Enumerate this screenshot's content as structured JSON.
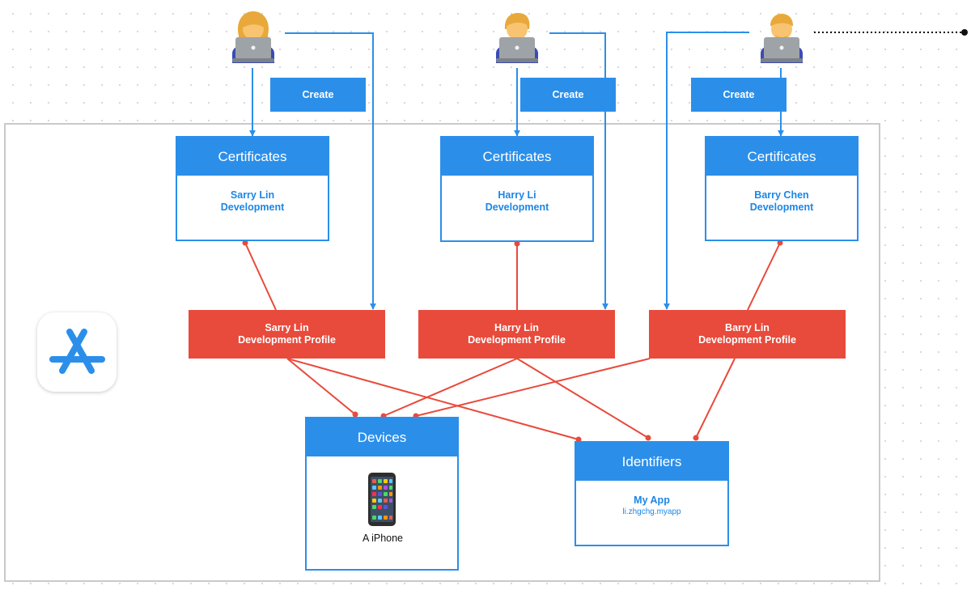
{
  "users": [
    {
      "create_label": "Create",
      "certificate": {
        "title": "Certificates",
        "name": "Sarry Lin",
        "type": "Development"
      },
      "profile": {
        "name": "Sarry Lin",
        "type": "Development Profile"
      }
    },
    {
      "create_label": "Create",
      "certificate": {
        "title": "Certificates",
        "name": "Harry Li",
        "type": "Development"
      },
      "profile": {
        "name": "Harry Lin",
        "type": "Development Profile"
      }
    },
    {
      "create_label": "Create",
      "certificate": {
        "title": "Certificates",
        "name": "Barry Chen",
        "type": "Development"
      },
      "profile": {
        "name": "Barry Lin",
        "type": "Development Profile"
      }
    }
  ],
  "devices": {
    "title": "Devices",
    "device_name": "A iPhone"
  },
  "identifiers": {
    "title": "Identifiers",
    "app_name": "My App",
    "bundle_id": "li.zhgchg.myapp"
  },
  "colors": {
    "blue": "#2b8fea",
    "red": "#e84a3b",
    "frame": "#c9c9c9"
  },
  "icons": {
    "users": [
      "woman-technologist-icon",
      "technologist-icon",
      "man-technologist-icon"
    ],
    "app": "app-store-connect-icon",
    "device": "iphone-icon"
  }
}
